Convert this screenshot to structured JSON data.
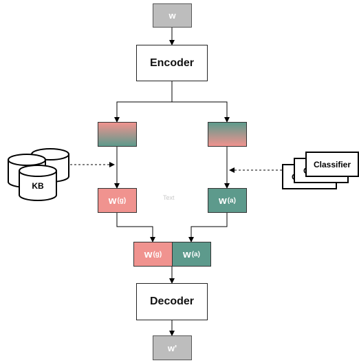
{
  "input": {
    "label": "w"
  },
  "encoder": {
    "label": "Encoder"
  },
  "word_g": {
    "base": "w",
    "sup": "(g)"
  },
  "word_a": {
    "base": "w",
    "sup": "(a)"
  },
  "kb": {
    "label": "KB"
  },
  "classifier": {
    "label": "Classifier",
    "back_label_1": "C",
    "back_label_2": "C"
  },
  "concat_g": {
    "base": "w",
    "sup": "(g)"
  },
  "concat_a": {
    "base": "w",
    "sup": "(a)"
  },
  "decoder": {
    "label": "Decoder"
  },
  "output": {
    "label": "w'"
  },
  "faint_text": "Text",
  "colors": {
    "salmon": "#f0938f",
    "teal": "#5d9a8c",
    "gray": "#bdbdbd"
  }
}
